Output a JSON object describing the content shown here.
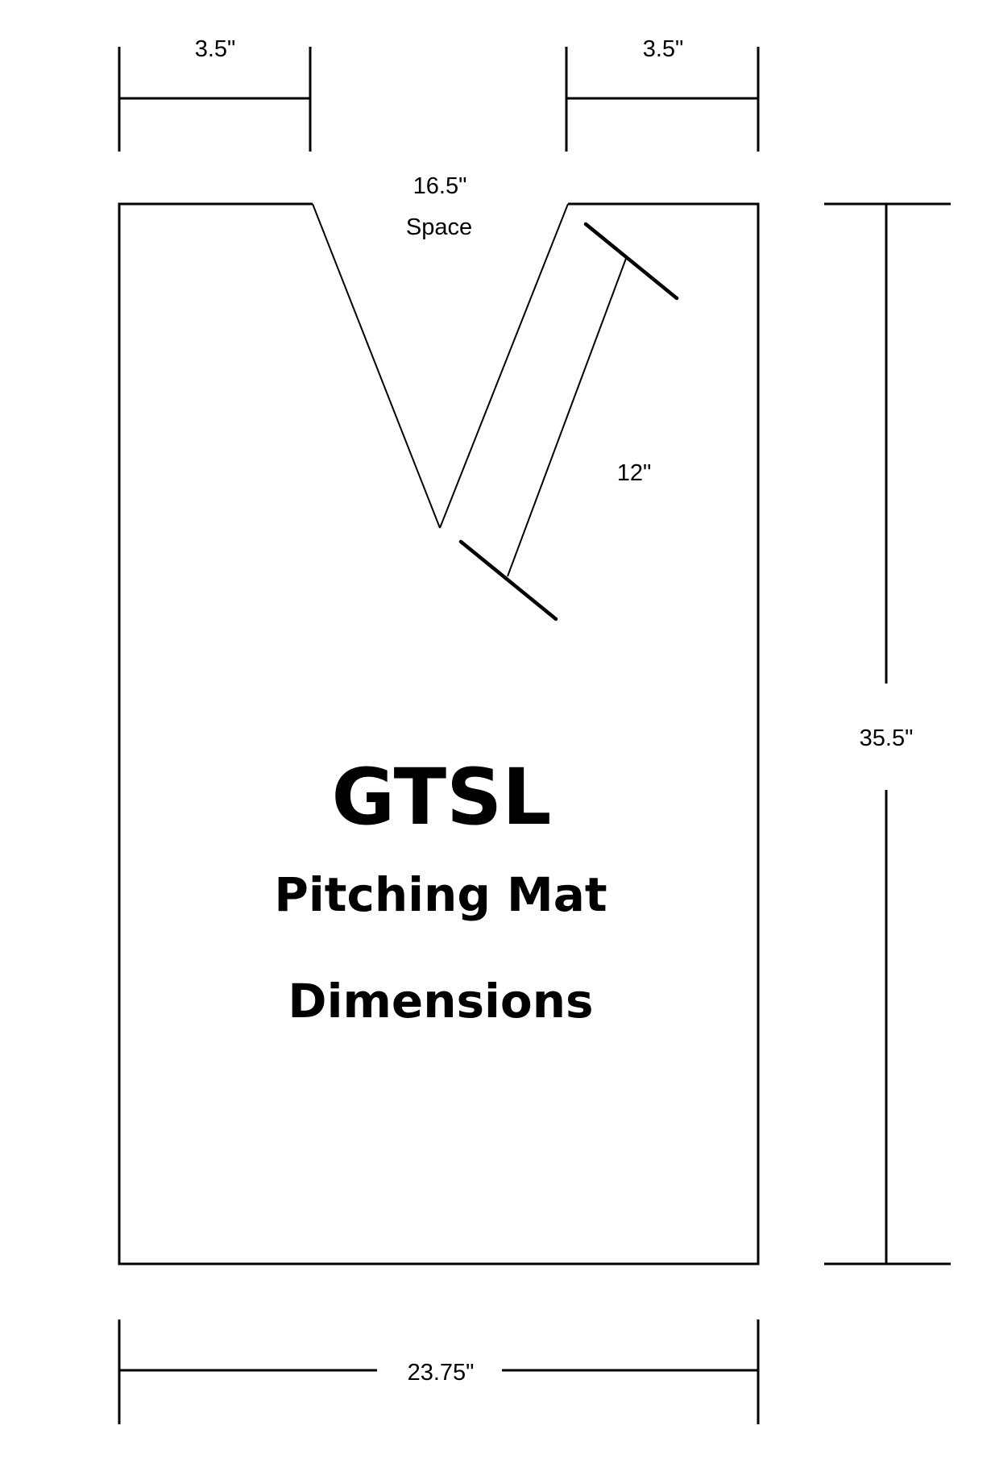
{
  "title": "GTSL",
  "subtitle_line1": "Pitching Mat",
  "subtitle_line2": "Dimensions",
  "dimensions": {
    "top_left_width": "3.5\"",
    "top_right_width": "3.5\"",
    "notch_opening": "16.5\"",
    "notch_opening_note": "Space",
    "notch_side_length": "12\"",
    "total_height": "35.5\"",
    "total_width": "23.75\""
  }
}
